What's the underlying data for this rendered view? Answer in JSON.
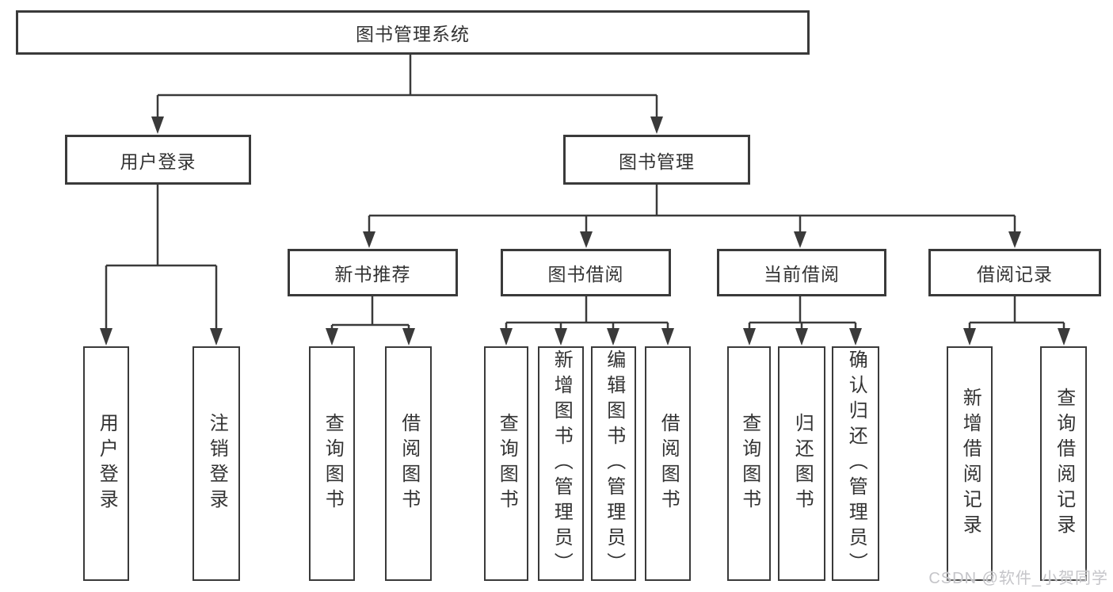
{
  "tree": {
    "label": "图书管理系统",
    "children": [
      {
        "label": "用户登录",
        "children": [
          {
            "label": "用户登录"
          },
          {
            "label": "注销登录"
          }
        ]
      },
      {
        "label": "图书管理",
        "children": [
          {
            "label": "新书推荐",
            "children": [
              {
                "label": "查询图书"
              },
              {
                "label": "借阅图书"
              }
            ]
          },
          {
            "label": "图书借阅",
            "children": [
              {
                "label": "查询图书"
              },
              {
                "label": "新增图书（管理员）"
              },
              {
                "label": "编辑图书（管理员）"
              },
              {
                "label": "借阅图书"
              }
            ]
          },
          {
            "label": "当前借阅",
            "children": [
              {
                "label": "查询图书"
              },
              {
                "label": "归还图书"
              },
              {
                "label": "确认归还（管理员）"
              }
            ]
          },
          {
            "label": "借阅记录",
            "children": [
              {
                "label": "新增借阅记录"
              },
              {
                "label": "查询借阅记录"
              }
            ]
          }
        ]
      }
    ]
  },
  "watermark": {
    "text": "CSDN @软件_小贺同学"
  },
  "colors": {
    "line": "#3a3a3a",
    "box_border": "#3a3a3a",
    "text": "#333333",
    "background": "#ffffff",
    "watermark": "#c5c5c9"
  }
}
